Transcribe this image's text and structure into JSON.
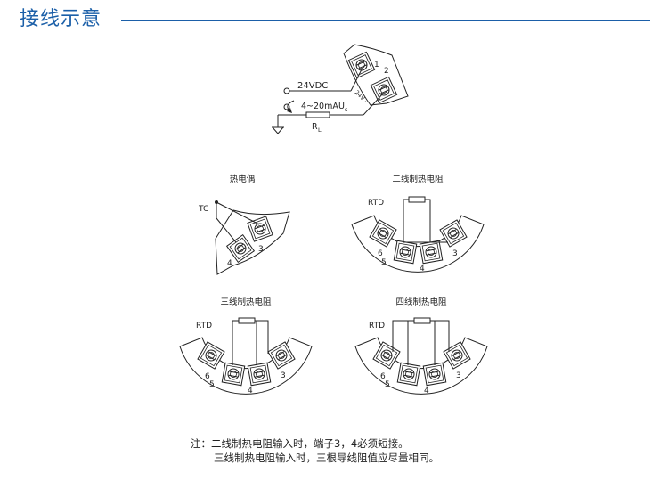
{
  "header": {
    "title": "接线示意"
  },
  "top": {
    "supply": "24VDC",
    "signal": "4~20mA",
    "u_label": "U",
    "u_sub": "s",
    "r_label": "R",
    "r_sub": "L",
    "term1": "1",
    "term2": "2",
    "slant": "24V -"
  },
  "tc": {
    "title": "热电偶",
    "label": "TC",
    "t3": "3",
    "t4": "4"
  },
  "rtd2": {
    "title": "二线制热电阻",
    "label": "RTD",
    "t3": "3",
    "t4": "4",
    "t5": "5",
    "t6": "6"
  },
  "rtd3": {
    "title": "三线制热电阻",
    "label": "RTD",
    "t3": "3",
    "t4": "4",
    "t5": "5",
    "t6": "6"
  },
  "rtd4": {
    "title": "四线制热电阻",
    "label": "RTD",
    "t3": "3",
    "t4": "4",
    "t5": "5",
    "t6": "6"
  },
  "note": {
    "line1": "注：二线制热电阻输入时，端子3，4必须短接。",
    "line2": "三线制热电阻输入时，三根导线阻值应尽量相同。"
  }
}
